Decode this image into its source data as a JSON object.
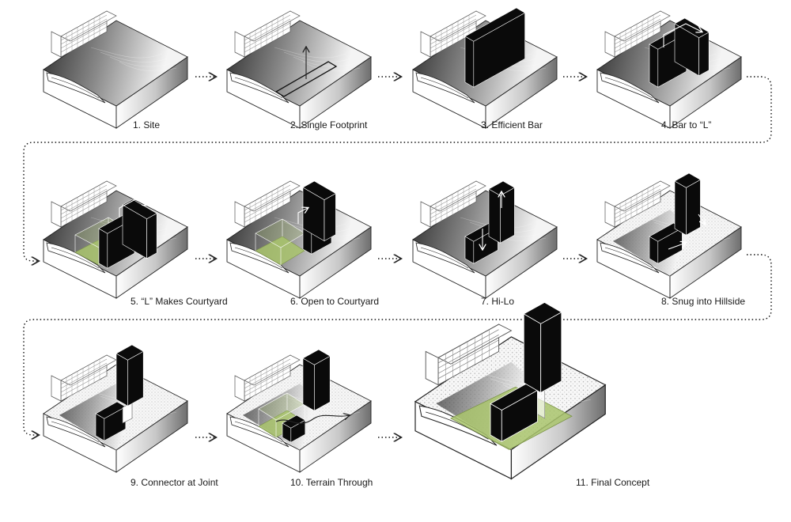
{
  "steps": [
    {
      "label": "1. Site",
      "stage": "site"
    },
    {
      "label": "2. Single Footprint",
      "stage": "footprint"
    },
    {
      "label": "3. Efficient Bar",
      "stage": "bar"
    },
    {
      "label": "4. Bar to “L”",
      "stage": "l-shape"
    },
    {
      "label": "5. “L” Makes Courtyard",
      "stage": "courtyard"
    },
    {
      "label": "6. Open to Courtyard",
      "stage": "open-courtyard"
    },
    {
      "label": "7. Hi-Lo",
      "stage": "hi-lo"
    },
    {
      "label": "8. Snug into Hillside",
      "stage": "hillside"
    },
    {
      "label": "9. Connector at Joint",
      "stage": "connector"
    },
    {
      "label": "10. Terrain Through",
      "stage": "terrain"
    },
    {
      "label": "11. Final Concept",
      "stage": "final"
    }
  ],
  "colors": {
    "mass": "#0a0a0a",
    "courtyard": "#a9c46c",
    "line": "#222222",
    "terrain_dark": "#6a6a6a",
    "terrain_light": "#ffffff"
  }
}
